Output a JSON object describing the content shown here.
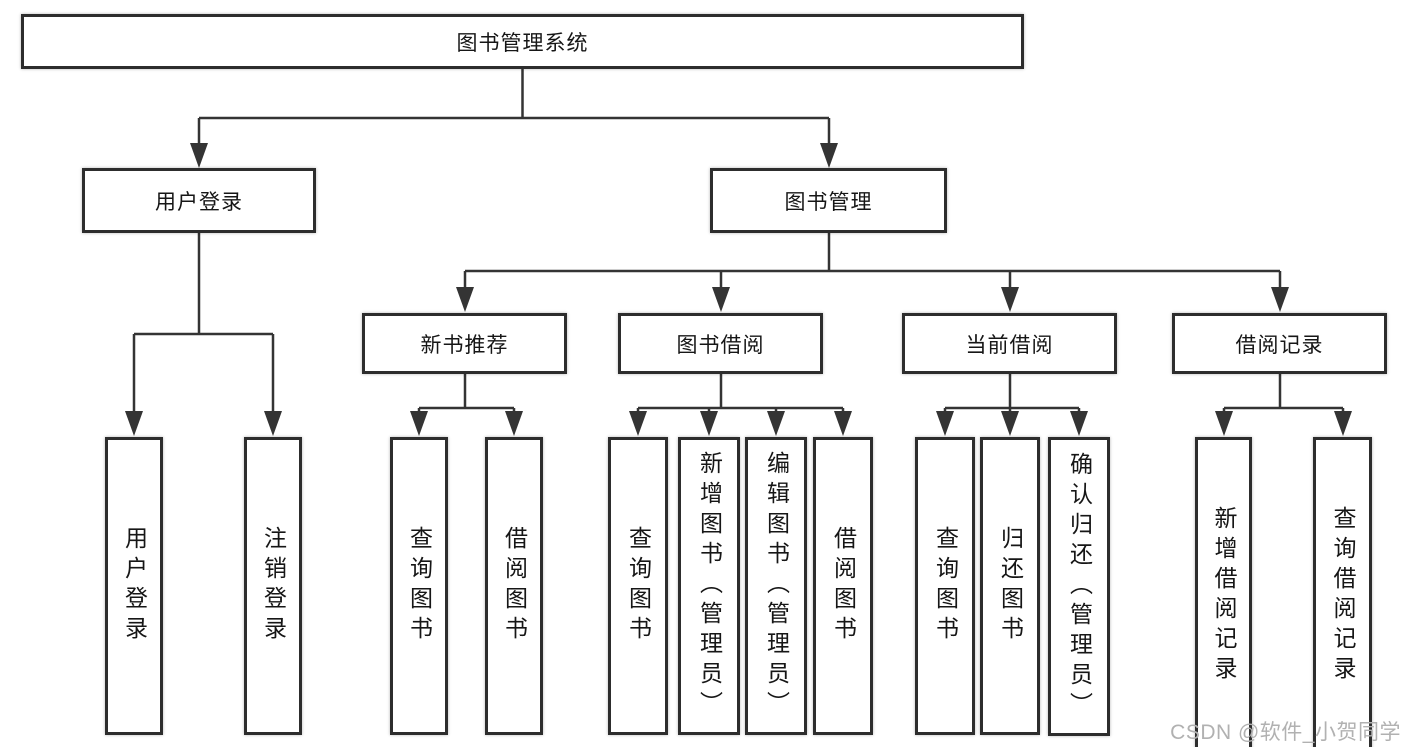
{
  "watermark": "CSDN @软件_小贺同学",
  "colors": {
    "line": "#343434",
    "box_border": "#2d2d2d",
    "text": "#161616",
    "watermark": "#b1b1b1",
    "background": "#ffffff"
  },
  "diagram": {
    "root": {
      "label": "图书管理系统"
    },
    "branches": {
      "user_login": {
        "label": "用户登录",
        "children": {
          "login": {
            "label": "用户登录"
          },
          "logout": {
            "label": "注销登录"
          }
        }
      },
      "book_management": {
        "label": "图书管理",
        "children": {
          "new_book_recommend": {
            "label": "新书推荐",
            "children": {
              "query_book": {
                "label": "查询图书"
              },
              "borrow_book": {
                "label": "借阅图书"
              }
            }
          },
          "book_borrowing": {
            "label": "图书借阅",
            "children": {
              "query_book": {
                "label": "查询图书"
              },
              "add_book": {
                "label": "新增图书（管理员）"
              },
              "edit_book": {
                "label": "编辑图书（管理员）"
              },
              "borrow_book": {
                "label": "借阅图书"
              }
            }
          },
          "current_borrowing": {
            "label": "当前借阅",
            "children": {
              "query_book": {
                "label": "查询图书"
              },
              "return_book": {
                "label": "归还图书"
              },
              "confirm_return": {
                "label": "确认归还（管理员）"
              }
            }
          },
          "borrowing_records": {
            "label": "借阅记录",
            "children": {
              "add_record": {
                "label": "新增借阅记录"
              },
              "query_record": {
                "label": "查询借阅记录"
              }
            }
          }
        }
      }
    }
  }
}
